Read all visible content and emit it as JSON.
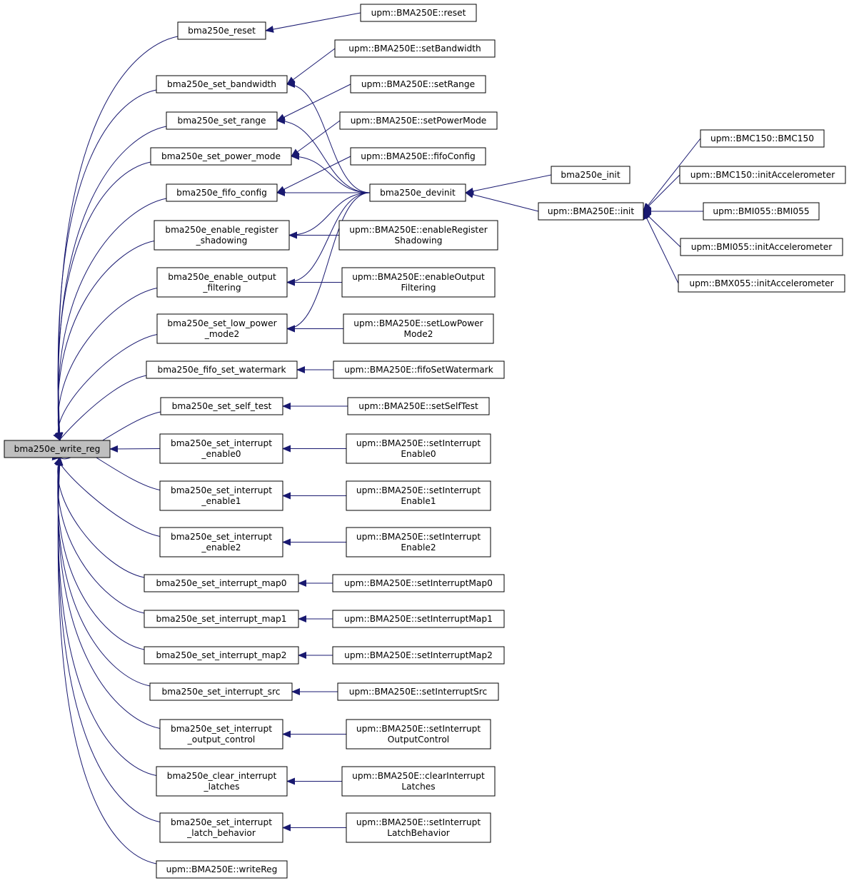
{
  "colors": {
    "edge": "#191970",
    "node_border": "#000000",
    "node_fill": "#ffffff",
    "focus_fill": "#bfbfbf"
  },
  "nodes": [
    {
      "id": "write_reg",
      "lines": [
        "bma250e_write_reg"
      ],
      "focus": true
    },
    {
      "id": "reset",
      "lines": [
        "bma250e_reset"
      ]
    },
    {
      "id": "set_bandwidth",
      "lines": [
        "bma250e_set_bandwidth"
      ]
    },
    {
      "id": "set_range",
      "lines": [
        "bma250e_set_range"
      ]
    },
    {
      "id": "set_power_mode",
      "lines": [
        "bma250e_set_power_mode"
      ]
    },
    {
      "id": "fifo_config",
      "lines": [
        "bma250e_fifo_config"
      ]
    },
    {
      "id": "enable_register_shadowing",
      "lines": [
        "bma250e_enable_register",
        "_shadowing"
      ]
    },
    {
      "id": "enable_output_filtering",
      "lines": [
        "bma250e_enable_output",
        "_filtering"
      ]
    },
    {
      "id": "set_low_power_mode2",
      "lines": [
        "bma250e_set_low_power",
        "_mode2"
      ]
    },
    {
      "id": "fifo_set_watermark",
      "lines": [
        "bma250e_fifo_set_watermark"
      ]
    },
    {
      "id": "set_self_test",
      "lines": [
        "bma250e_set_self_test"
      ]
    },
    {
      "id": "set_interrupt_enable0",
      "lines": [
        "bma250e_set_interrupt",
        "_enable0"
      ]
    },
    {
      "id": "set_interrupt_enable1",
      "lines": [
        "bma250e_set_interrupt",
        "_enable1"
      ]
    },
    {
      "id": "set_interrupt_enable2",
      "lines": [
        "bma250e_set_interrupt",
        "_enable2"
      ]
    },
    {
      "id": "set_interrupt_map0",
      "lines": [
        "bma250e_set_interrupt_map0"
      ]
    },
    {
      "id": "set_interrupt_map1",
      "lines": [
        "bma250e_set_interrupt_map1"
      ]
    },
    {
      "id": "set_interrupt_map2",
      "lines": [
        "bma250e_set_interrupt_map2"
      ]
    },
    {
      "id": "set_interrupt_src",
      "lines": [
        "bma250e_set_interrupt_src"
      ]
    },
    {
      "id": "set_interrupt_output_control",
      "lines": [
        "bma250e_set_interrupt",
        "_output_control"
      ]
    },
    {
      "id": "clear_interrupt_latches",
      "lines": [
        "bma250e_clear_interrupt",
        "_latches"
      ]
    },
    {
      "id": "set_interrupt_latch_behavior",
      "lines": [
        "bma250e_set_interrupt",
        "_latch_behavior"
      ]
    },
    {
      "id": "writeReg",
      "lines": [
        "upm::BMA250E::writeReg"
      ]
    },
    {
      "id": "m_reset",
      "lines": [
        "upm::BMA250E::reset"
      ]
    },
    {
      "id": "m_setBandwidth",
      "lines": [
        "upm::BMA250E::setBandwidth"
      ]
    },
    {
      "id": "m_setRange",
      "lines": [
        "upm::BMA250E::setRange"
      ]
    },
    {
      "id": "m_setPowerMode",
      "lines": [
        "upm::BMA250E::setPowerMode"
      ]
    },
    {
      "id": "m_fifoConfig",
      "lines": [
        "upm::BMA250E::fifoConfig"
      ]
    },
    {
      "id": "devinit",
      "lines": [
        "bma250e_devinit"
      ]
    },
    {
      "id": "m_enableRegisterShadowing",
      "lines": [
        "upm::BMA250E::enableRegister",
        "Shadowing"
      ]
    },
    {
      "id": "m_enableOutputFiltering",
      "lines": [
        "upm::BMA250E::enableOutput",
        "Filtering"
      ]
    },
    {
      "id": "m_setLowPowerMode2",
      "lines": [
        "upm::BMA250E::setLowPower",
        "Mode2"
      ]
    },
    {
      "id": "m_fifoSetWatermark",
      "lines": [
        "upm::BMA250E::fifoSetWatermark"
      ]
    },
    {
      "id": "m_setSelfTest",
      "lines": [
        "upm::BMA250E::setSelfTest"
      ]
    },
    {
      "id": "m_setInterruptEnable0",
      "lines": [
        "upm::BMA250E::setInterrupt",
        "Enable0"
      ]
    },
    {
      "id": "m_setInterruptEnable1",
      "lines": [
        "upm::BMA250E::setInterrupt",
        "Enable1"
      ]
    },
    {
      "id": "m_setInterruptEnable2",
      "lines": [
        "upm::BMA250E::setInterrupt",
        "Enable2"
      ]
    },
    {
      "id": "m_setInterruptMap0",
      "lines": [
        "upm::BMA250E::setInterruptMap0"
      ]
    },
    {
      "id": "m_setInterruptMap1",
      "lines": [
        "upm::BMA250E::setInterruptMap1"
      ]
    },
    {
      "id": "m_setInterruptMap2",
      "lines": [
        "upm::BMA250E::setInterruptMap2"
      ]
    },
    {
      "id": "m_setInterruptSrc",
      "lines": [
        "upm::BMA250E::setInterruptSrc"
      ]
    },
    {
      "id": "m_setInterruptOutputControl",
      "lines": [
        "upm::BMA250E::setInterrupt",
        "OutputControl"
      ]
    },
    {
      "id": "m_clearInterruptLatches",
      "lines": [
        "upm::BMA250E::clearInterrupt",
        "Latches"
      ]
    },
    {
      "id": "m_setInterruptLatchBehavior",
      "lines": [
        "upm::BMA250E::setInterrupt",
        "LatchBehavior"
      ]
    },
    {
      "id": "bma250e_init",
      "lines": [
        "bma250e_init"
      ]
    },
    {
      "id": "m_init",
      "lines": [
        "upm::BMA250E::init"
      ]
    },
    {
      "id": "bmc150_ctor",
      "lines": [
        "upm::BMC150::BMC150"
      ]
    },
    {
      "id": "bmc150_initAccel",
      "lines": [
        "upm::BMC150::initAccelerometer"
      ]
    },
    {
      "id": "bmi055_ctor",
      "lines": [
        "upm::BMI055::BMI055"
      ]
    },
    {
      "id": "bmi055_initAccel",
      "lines": [
        "upm::BMI055::initAccelerometer"
      ]
    },
    {
      "id": "bmx055_initAccel",
      "lines": [
        "upm::BMX055::initAccelerometer"
      ]
    }
  ],
  "edges": [
    {
      "from": "reset",
      "to": "write_reg"
    },
    {
      "from": "set_bandwidth",
      "to": "write_reg"
    },
    {
      "from": "set_range",
      "to": "write_reg"
    },
    {
      "from": "set_power_mode",
      "to": "write_reg"
    },
    {
      "from": "fifo_config",
      "to": "write_reg"
    },
    {
      "from": "enable_register_shadowing",
      "to": "write_reg"
    },
    {
      "from": "enable_output_filtering",
      "to": "write_reg"
    },
    {
      "from": "set_low_power_mode2",
      "to": "write_reg"
    },
    {
      "from": "fifo_set_watermark",
      "to": "write_reg"
    },
    {
      "from": "set_self_test",
      "to": "write_reg"
    },
    {
      "from": "set_interrupt_enable0",
      "to": "write_reg"
    },
    {
      "from": "set_interrupt_enable1",
      "to": "write_reg"
    },
    {
      "from": "set_interrupt_enable2",
      "to": "write_reg"
    },
    {
      "from": "set_interrupt_map0",
      "to": "write_reg"
    },
    {
      "from": "set_interrupt_map1",
      "to": "write_reg"
    },
    {
      "from": "set_interrupt_map2",
      "to": "write_reg"
    },
    {
      "from": "set_interrupt_src",
      "to": "write_reg"
    },
    {
      "from": "set_interrupt_output_control",
      "to": "write_reg"
    },
    {
      "from": "clear_interrupt_latches",
      "to": "write_reg"
    },
    {
      "from": "set_interrupt_latch_behavior",
      "to": "write_reg"
    },
    {
      "from": "writeReg",
      "to": "write_reg"
    },
    {
      "from": "m_reset",
      "to": "reset"
    },
    {
      "from": "m_setBandwidth",
      "to": "set_bandwidth"
    },
    {
      "from": "devinit",
      "to": "set_bandwidth"
    },
    {
      "from": "m_setRange",
      "to": "set_range"
    },
    {
      "from": "devinit",
      "to": "set_range"
    },
    {
      "from": "m_setPowerMode",
      "to": "set_power_mode"
    },
    {
      "from": "devinit",
      "to": "set_power_mode"
    },
    {
      "from": "m_fifoConfig",
      "to": "fifo_config"
    },
    {
      "from": "devinit",
      "to": "fifo_config"
    },
    {
      "from": "devinit",
      "to": "enable_register_shadowing"
    },
    {
      "from": "m_enableRegisterShadowing",
      "to": "enable_register_shadowing"
    },
    {
      "from": "devinit",
      "to": "enable_output_filtering"
    },
    {
      "from": "m_enableOutputFiltering",
      "to": "enable_output_filtering"
    },
    {
      "from": "devinit",
      "to": "set_low_power_mode2"
    },
    {
      "from": "m_setLowPowerMode2",
      "to": "set_low_power_mode2"
    },
    {
      "from": "m_fifoSetWatermark",
      "to": "fifo_set_watermark"
    },
    {
      "from": "m_setSelfTest",
      "to": "set_self_test"
    },
    {
      "from": "m_setInterruptEnable0",
      "to": "set_interrupt_enable0"
    },
    {
      "from": "m_setInterruptEnable1",
      "to": "set_interrupt_enable1"
    },
    {
      "from": "m_setInterruptEnable2",
      "to": "set_interrupt_enable2"
    },
    {
      "from": "m_setInterruptMap0",
      "to": "set_interrupt_map0"
    },
    {
      "from": "m_setInterruptMap1",
      "to": "set_interrupt_map1"
    },
    {
      "from": "m_setInterruptMap2",
      "to": "set_interrupt_map2"
    },
    {
      "from": "m_setInterruptSrc",
      "to": "set_interrupt_src"
    },
    {
      "from": "m_setInterruptOutputControl",
      "to": "set_interrupt_output_control"
    },
    {
      "from": "m_clearInterruptLatches",
      "to": "clear_interrupt_latches"
    },
    {
      "from": "m_setInterruptLatchBehavior",
      "to": "set_interrupt_latch_behavior"
    },
    {
      "from": "bma250e_init",
      "to": "devinit"
    },
    {
      "from": "m_init",
      "to": "devinit"
    },
    {
      "from": "bmc150_ctor",
      "to": "m_init"
    },
    {
      "from": "bmc150_initAccel",
      "to": "m_init"
    },
    {
      "from": "bmi055_ctor",
      "to": "m_init"
    },
    {
      "from": "bmi055_initAccel",
      "to": "m_init"
    },
    {
      "from": "bmx055_initAccel",
      "to": "m_init"
    }
  ]
}
